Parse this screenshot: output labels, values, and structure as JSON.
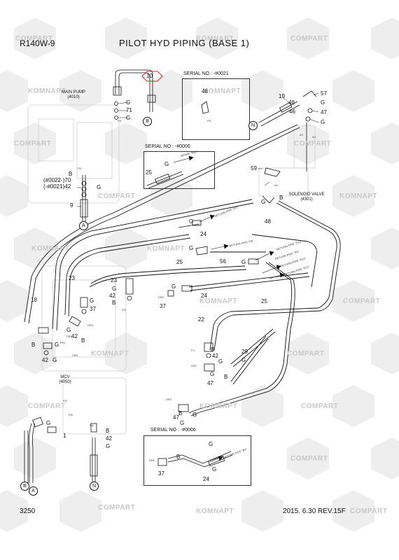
{
  "header": {
    "model": "R140W-9",
    "title": "PILOT HYD PIPING (BASE 1)"
  },
  "footer": {
    "page_no": "3250",
    "revision": "2015. 6.30  REV.15F"
  },
  "watermark": {
    "text_a": "KOMNAPT",
    "text_b": "COMPART"
  },
  "components": {
    "main_pump": "MAIN PUMP",
    "main_pump_code": "(4010)",
    "solenoid_valve": "SOLENOID VALVE",
    "solenoid_valve_code": "(4301)",
    "mcv": "MCV",
    "mcv_code": "(4050)"
  },
  "serial_boxes": {
    "top_right": "SERIAL NO : -#0021",
    "left": "SERIAL NO : -#0006",
    "bottom": "SERIAL NO : -#0006"
  },
  "serial_labels": {
    "s1": "(#0022-)70",
    "s2": "(-#0021)42"
  },
  "pipe_labels": {
    "r80": "R/PIPE \"R80\"",
    "r3": "RETURN PIPE \"R3\"",
    "r5": "RETURN PIPE \"R5\"",
    "r10": "RETURN PIPE \"R10\"",
    "r6": "RETURN PIPE \"R6\"",
    "r11": "RETURN PIPE \"R11\"",
    "r12": "RETURN PIPE \"R12\"",
    "r4": "RETURN PIPE \"R4\""
  },
  "port_labels": {
    "pi1": "Pi1",
    "pi2": "Pi2",
    "pi3": "Pi3",
    "pi4": "Pi4",
    "pi5": "Pi5",
    "pi6": "Pi6",
    "a2": "A2",
    "a3": "A3",
    "a4": "A4",
    "dr1": "DR1",
    "dr2": "DR2",
    "dr3": "DR3",
    "dr4": "DR4",
    "dr5": "DR5",
    "dr6": "DR6",
    "pr1": "PR1",
    "pr2": "PR2",
    "pj": "PJ"
  },
  "circles": {
    "a": "A",
    "b": "B",
    "n": "N"
  },
  "callouts": {
    "n10": "10",
    "n48": "48",
    "n19": "19",
    "n57": "57",
    "n46": "46",
    "n47": "47",
    "n71": "71",
    "n59": "59",
    "n25": "25",
    "n70": "70",
    "n9": "9",
    "n37": "37",
    "n18": "18",
    "n23": "23",
    "n42": "42",
    "n24": "24",
    "n56": "56",
    "n22": "22",
    "n29": "29",
    "n1": "1",
    "g": "G",
    "b": "B"
  }
}
